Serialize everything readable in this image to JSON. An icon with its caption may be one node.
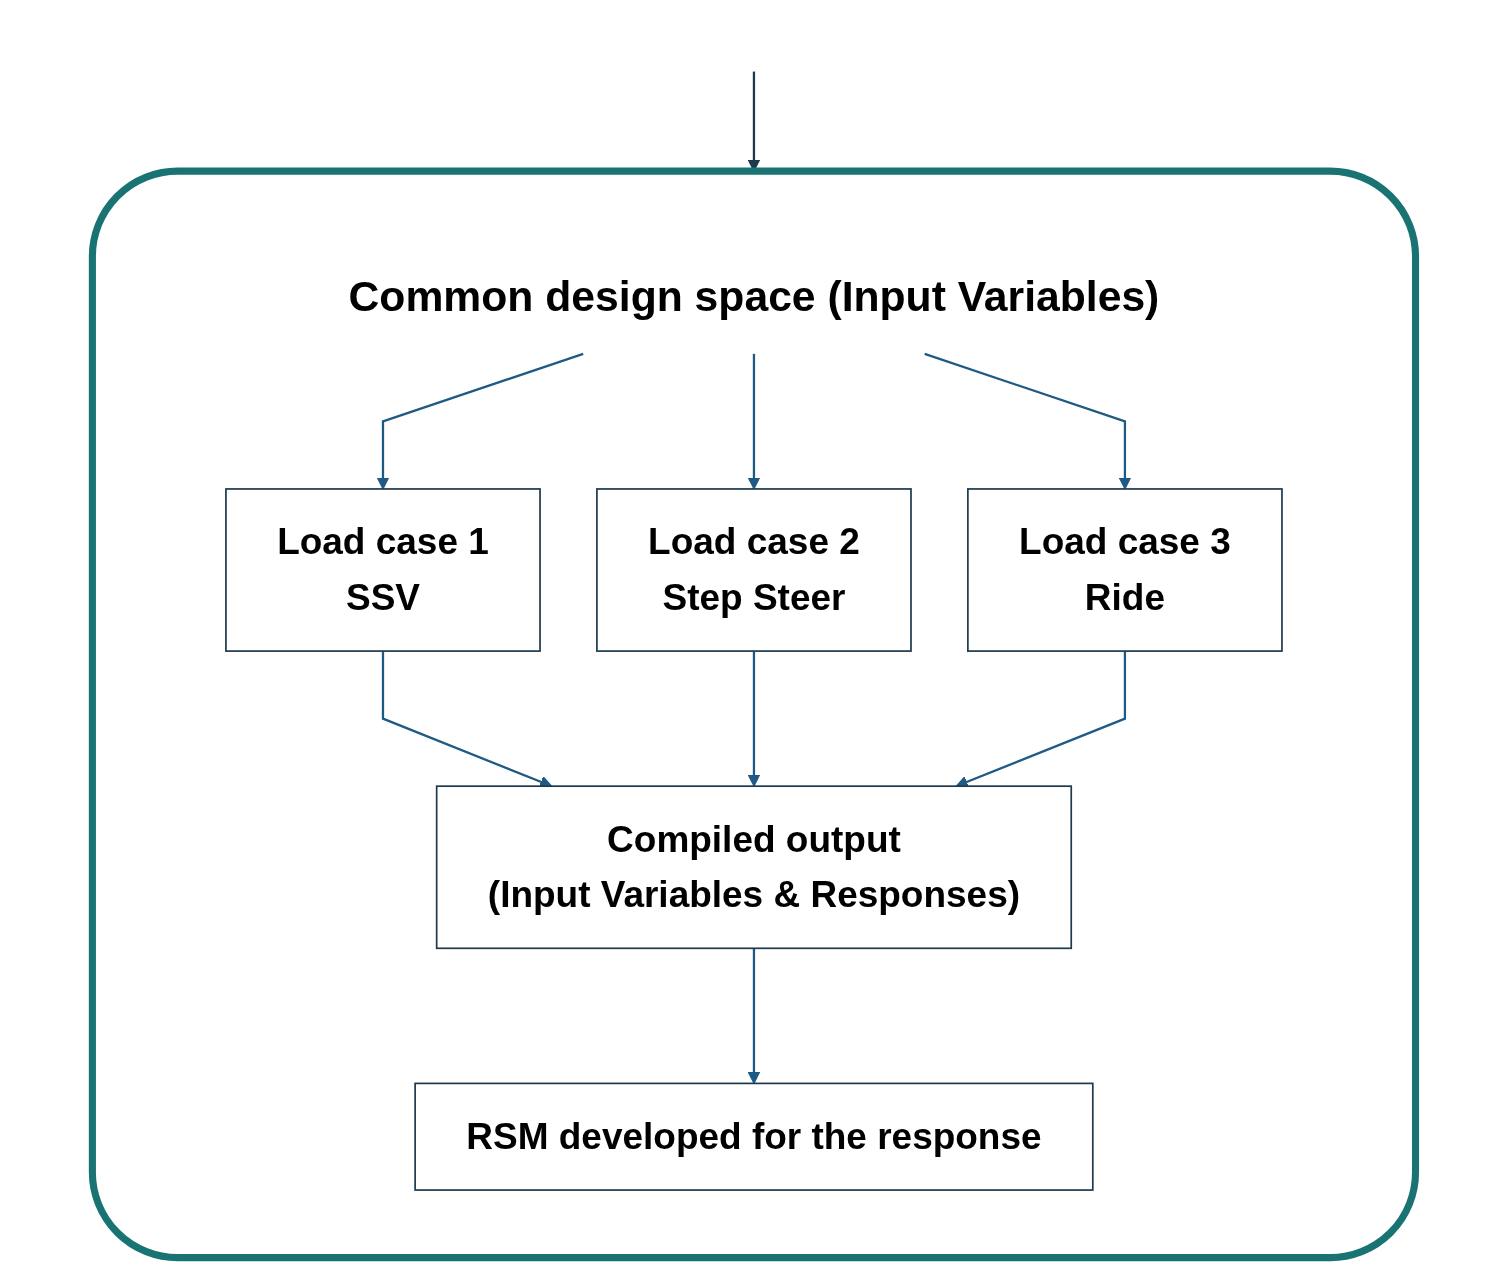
{
  "diagram": {
    "nodes": [
      {
        "text": [],
        "shape": "box"
      },
      {
        "text": [
          "Common design space (Input Variables)"
        ],
        "in": 0
      },
      {
        "text": [
          "Load case 1",
          "SSV"
        ],
        "in": 0
      },
      {
        "text": [
          "Load case 2",
          "Step Steer"
        ],
        "in": 0
      },
      {
        "text": [
          "Load case 3",
          "Ride"
        ],
        "in": 0
      },
      {
        "text": [
          "Compiled output",
          "(Input Variables & Responses)"
        ],
        "in": 0
      },
      {
        "text": [
          "RSM developed for the response"
        ],
        "in": 0
      }
    ],
    "edges": [
      {
        "from": null,
        "to": 0,
        "arrow": "to",
        "color": "#1b3a4b"
      },
      {
        "from": 1,
        "to": 2,
        "arrow": "to"
      },
      {
        "from": 1,
        "to": 3,
        "arrow": "to"
      },
      {
        "from": 1,
        "to": 4,
        "arrow": "to"
      },
      {
        "from": 2,
        "to": 5,
        "arrow": "to"
      },
      {
        "from": 3,
        "to": 5,
        "arrow": "to"
      },
      {
        "from": 4,
        "to": 5,
        "arrow": "to"
      },
      {
        "from": 5,
        "to": 6,
        "arrow": "to"
      }
    ]
  }
}
